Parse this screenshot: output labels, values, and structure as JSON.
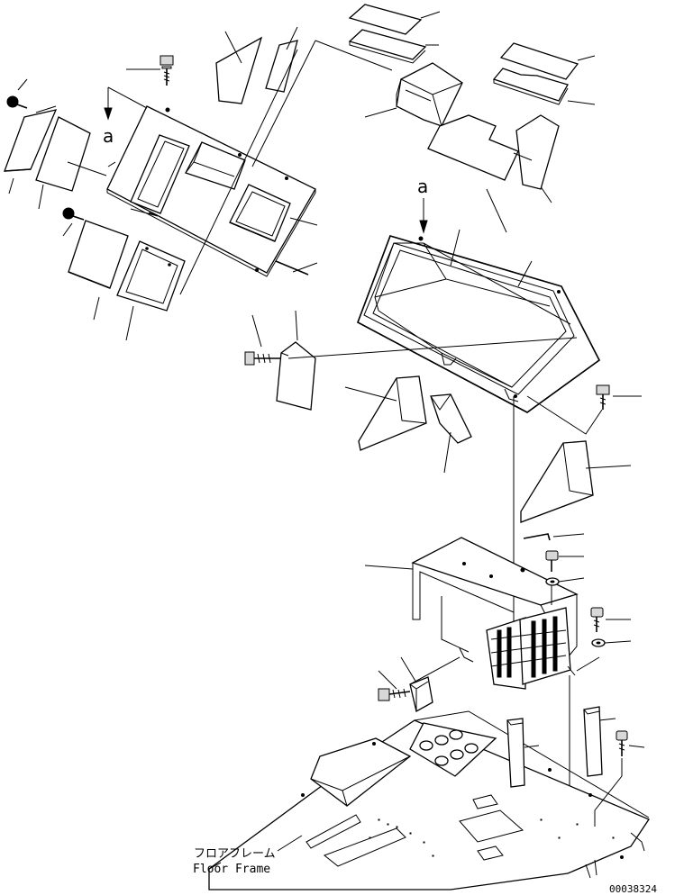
{
  "view_letter_upper": "a",
  "view_letter_main": "a",
  "floor_frame_jp": "フロアフレーム",
  "floor_frame_en": "Floor Frame",
  "drawing_number": "00038324"
}
